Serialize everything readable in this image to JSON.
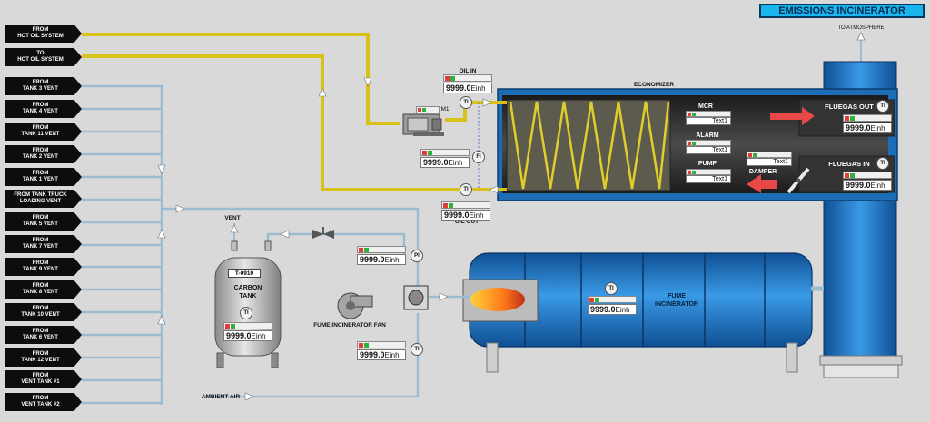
{
  "title": "EMISSIONS INCINERATOR",
  "sources": [
    "FROM\nHOT OIL SYSTEM",
    "TO\nHOT OIL SYSTEM",
    "FROM\nTANK 3 VENT",
    "FROM\nTANK 4 VENT",
    "FROM\nTANK 11 VENT",
    "FROM\nTANK 2 VENT",
    "FROM\nTANK 1 VENT",
    "FROM TANK TRUCK\nLOADING VENT",
    "FROM\nTANK 5 VENT",
    "FROM\nTANK 7 VENT",
    "FROM\nTANK 9 VENT",
    "FROM\nTANK 8 VENT",
    "FROM\nTANK 10 VENT",
    "FROM\nTANK 6 VENT",
    "FROM\nTANK 12 VENT",
    "FROM\nVENT TANK #1",
    "FROM\nVENT TANK #2"
  ],
  "labels": {
    "to_atmosphere": "TO ATMOSPHERE",
    "economizer": "ECONOMIZER",
    "oil_in": "OIL IN",
    "oil_out": "OIL OUT",
    "vent": "VENT",
    "carbon_tank": "CARBON\nTANK",
    "carbon_tank_tag": "T-0910",
    "fume_fan": "FUME INCINERATOR FAN",
    "ambient_air": "AMBIENT AIR",
    "fume_incinerator": "FUME\nINCINERATOR",
    "mcr": "MCR",
    "alarm": "ALARM",
    "pump": "PUMP",
    "damper": "DAMPER",
    "fluegas_out": "FLUEGAS OUT",
    "fluegas_in": "FLUEGAS IN",
    "motor": "M1"
  },
  "instruments": {
    "oil_in": "TI",
    "flow": "FI",
    "oil_out": "TI",
    "carbon": "TI",
    "pressure": "PI",
    "ambient": "TI",
    "incinerator": "TI",
    "fluegas_out": "TI",
    "fluegas_in": "TI"
  },
  "readouts": {
    "value": "9999.0",
    "unit": "Einh",
    "text_value": "Text1"
  },
  "colors": {
    "hot_oil_pipe": "#d8c21a",
    "vent_pipe": "#9bbcd2",
    "vessel_blue": "#1e78c8",
    "economizer": "#2e2e2e",
    "arrow_red": "#e84848"
  }
}
